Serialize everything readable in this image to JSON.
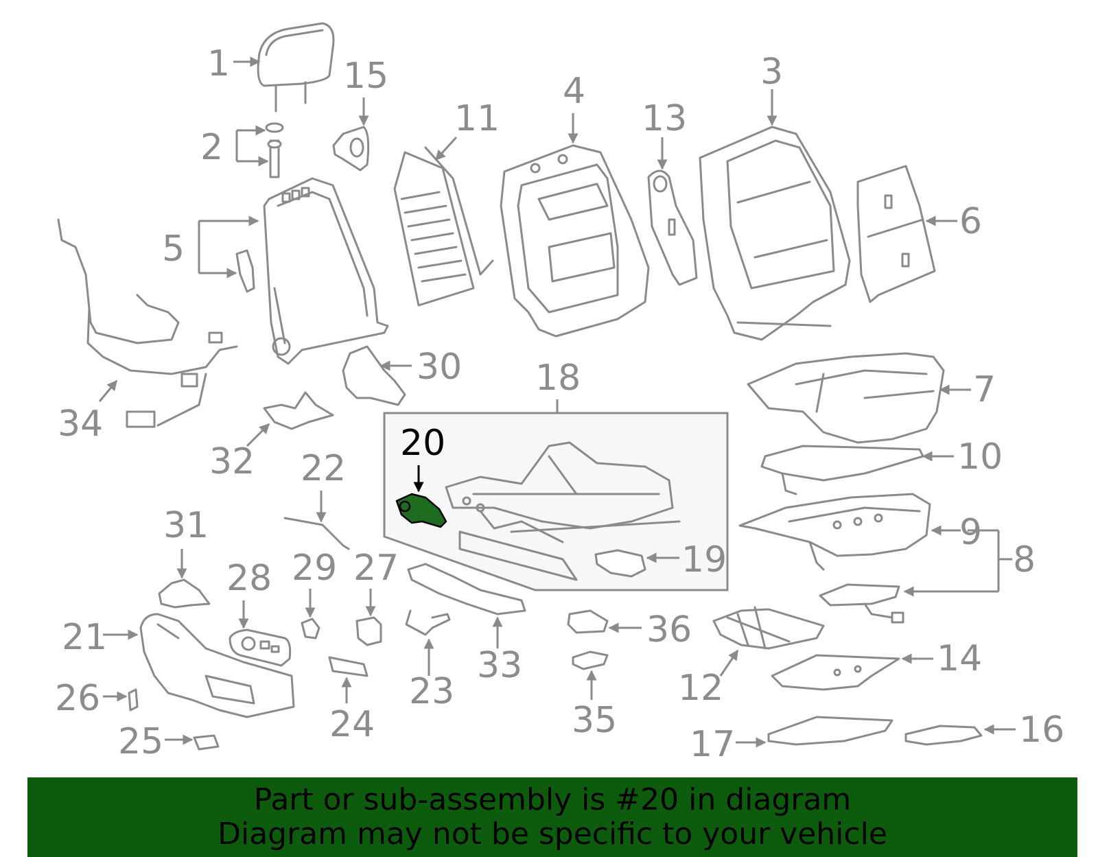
{
  "highlighted_part": "20",
  "banner": {
    "line1": "Part or sub-assembly is #20 in diagram",
    "line2": "Diagram may not be specific to your vehicle"
  },
  "callouts": [
    "1",
    "2",
    "3",
    "4",
    "5",
    "6",
    "7",
    "8",
    "9",
    "10",
    "11",
    "12",
    "13",
    "14",
    "15",
    "16",
    "17",
    "18",
    "19",
    "20",
    "21",
    "22",
    "23",
    "24",
    "25",
    "26",
    "27",
    "28",
    "29",
    "30",
    "31",
    "32",
    "33",
    "34",
    "35",
    "36"
  ],
  "colors": {
    "line_art": "#8a8a8a",
    "highlight_part": "#1f6b1f",
    "banner_bg": "#0d5c0d",
    "banner_text": "#000000"
  }
}
